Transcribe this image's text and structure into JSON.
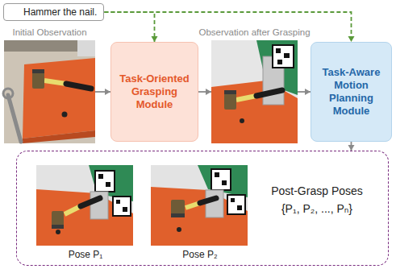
{
  "diagram": {
    "nodes": [
      {
        "text": [
          "Hammer the nail."
        ]
      },
      {
        "text": [
          "Initial Observation"
        ]
      },
      {
        "text": [
          "Task-Oriented Grasping Module"
        ]
      },
      {
        "text": [
          "Observation after Grasping"
        ]
      },
      {
        "text": [
          "Task-Aware Motion Planning Module"
        ]
      },
      {
        "text": [
          "Post-Grasp Poses",
          "{P₁, P₂, ..., Pₙ}"
        ]
      },
      {
        "text": [
          "Pose P₁"
        ],
        "in": 5
      },
      {
        "text": [
          "Pose P₂"
        ],
        "in": 5
      }
    ],
    "edges": [
      {
        "from": 0,
        "to": 2,
        "arrow": "to"
      },
      {
        "from": 0,
        "to": 4,
        "arrow": "to"
      },
      {
        "from": 1,
        "to": 2,
        "arrow": "to"
      },
      {
        "from": 2,
        "to": 3,
        "arrow": "to"
      },
      {
        "from": 3,
        "to": 4,
        "arrow": "to"
      },
      {
        "from": 4,
        "to": 5,
        "arrow": "to"
      }
    ]
  }
}
